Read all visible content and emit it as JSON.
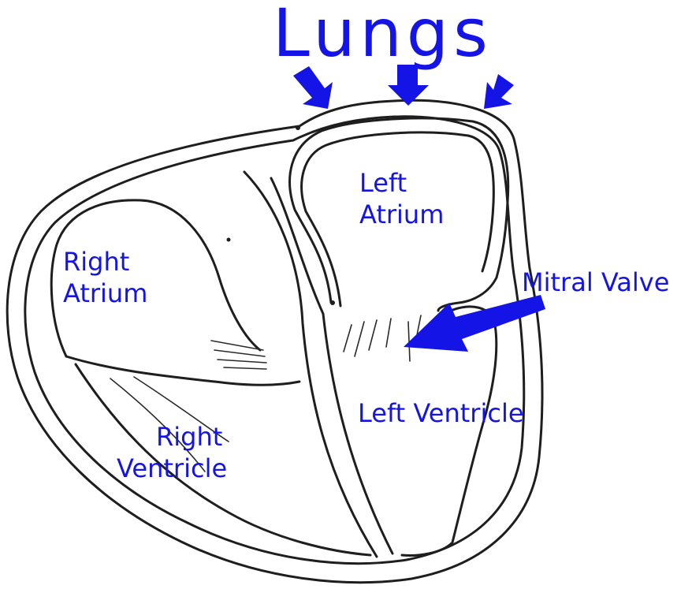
{
  "title": "Lungs",
  "labels": {
    "left_atrium": [
      "Left",
      "Atrium"
    ],
    "right_atrium": [
      "Right",
      "Atrium"
    ],
    "right_ventricle": [
      "Right",
      "Ventricle"
    ],
    "left_ventricle": "Left Ventricle",
    "mitral_valve": "Mitral Valve"
  },
  "colors": {
    "label": "#1414e6",
    "outline": "#1e1e1e",
    "background": "#ffffff"
  }
}
